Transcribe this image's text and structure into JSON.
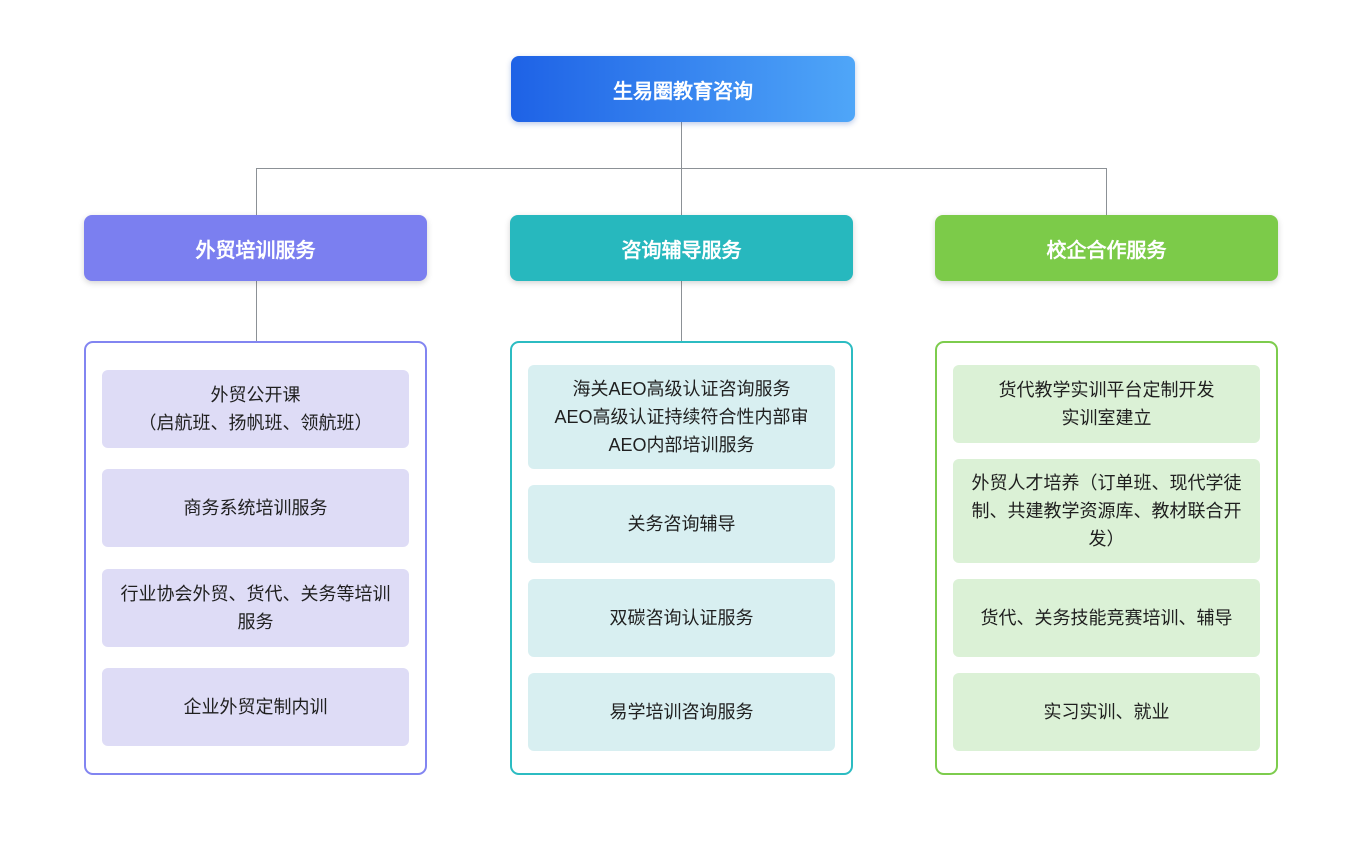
{
  "root": {
    "label": "生易圈教育咨询"
  },
  "branches": [
    {
      "label": "外贸培训服务",
      "items": [
        "外贸公开课\n（启航班、扬帆班、领航班）",
        "商务系统培训服务",
        "行业协会外贸、货代、关务等培训服务",
        "企业外贸定制内训"
      ]
    },
    {
      "label": "咨询辅导服务",
      "items": [
        "海关AEO高级认证咨询服务\nAEO高级认证持续符合性内部审\nAEO内部培训服务",
        "关务咨询辅导",
        "双碳咨询认证服务",
        "易学培训咨询服务"
      ]
    },
    {
      "label": "校企合作服务",
      "items": [
        "货代教学实训平台定制开发\n实训室建立",
        "外贸人才培养（订单班、现代学徒制、共建教学资源库、教材联合开发）",
        "货代、关务技能竞赛培训、辅导",
        "实习实训、就业"
      ]
    }
  ],
  "colors": {
    "root-grad-start": "#1E62E6",
    "root-grad-end": "#4FA6F8",
    "branch1": "#7B7FF0",
    "branch2": "#27B8BE",
    "branch3": "#7CCB49",
    "branch1-border": "#8285F1",
    "branch2-border": "#2CBCC2",
    "branch3-border": "#7DCC4D",
    "branch1-item-bg": "#DEDCF6",
    "branch2-item-bg": "#D8EFF1",
    "branch3-item-bg": "#DBF1D6",
    "connector": "#8C9196",
    "header-text": "#FFFFFF",
    "item-text": "#1F1F1F"
  }
}
